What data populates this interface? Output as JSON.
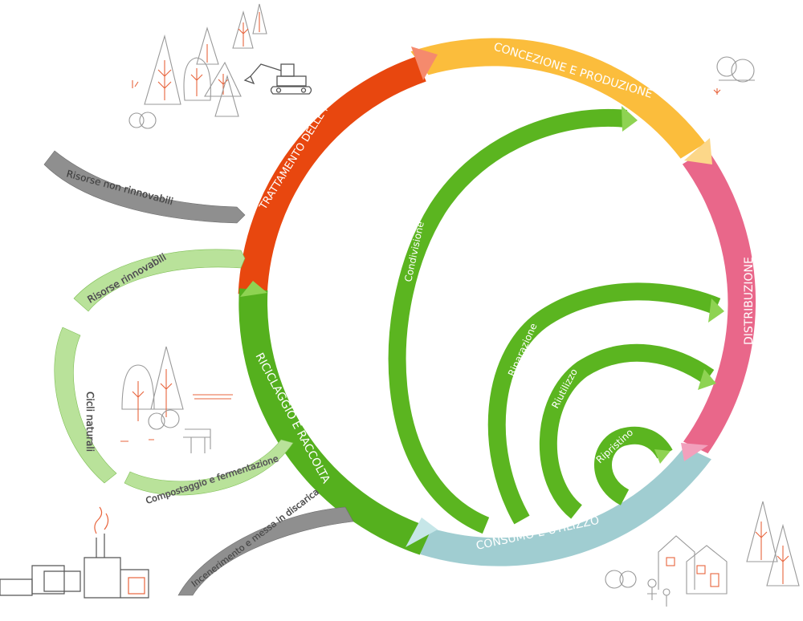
{
  "stages": {
    "trattamento": "TRATTAMENTO DELLE MATERIE PRIME",
    "concezione": "CONCEZIONE E PRODUZIONE",
    "distribuzione": "DISTRIBUZIONE",
    "consumo": "CONSUMO E UTILIZZO",
    "riciclaggio": "RICICLAGGIO E RACCOLTA"
  },
  "inner_loops": {
    "condivisione": "Condivisione",
    "riparazione": "Riparazione",
    "riutilizzo": "Riutilizzo",
    "ripristino": "Ripristino"
  },
  "external_flows": {
    "risorse_non_rinnovabili": "Risorse non rinnovabili",
    "risorse_rinnovabili": "Risorse rinnovabili",
    "cicli_naturali": "Cicli naturali",
    "compostaggio": "Compostaggio e fermentazione",
    "incenerimento": "Incenerimento e messa in discarica"
  },
  "colors": {
    "trattamento": "#e8470f",
    "concezione": "#fbbd3c",
    "distribuzione": "#e9678a",
    "consumo": "#a0cdd1",
    "riciclaggio": "#55b01e",
    "inner_green": "#5bb520",
    "light_green": "#b9e29a",
    "grey_arrow": "#8f8f8f",
    "illustration": "#e8643c"
  }
}
